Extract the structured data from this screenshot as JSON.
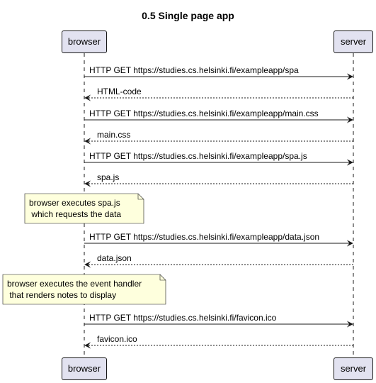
{
  "diagram": {
    "title": "0.5 Single page app",
    "participants": {
      "browser": "browser",
      "server": "server"
    },
    "messages": [
      {
        "from": "browser",
        "to": "server",
        "label": "HTTP GET https://studies.cs.helsinki.fi/exampleapp/spa",
        "style": "solid"
      },
      {
        "from": "server",
        "to": "browser",
        "label": "HTML-code",
        "style": "dashed"
      },
      {
        "from": "browser",
        "to": "server",
        "label": "HTTP GET https://studies.cs.helsinki.fi/exampleapp/main.css",
        "style": "solid"
      },
      {
        "from": "server",
        "to": "browser",
        "label": "main.css",
        "style": "dashed"
      },
      {
        "from": "browser",
        "to": "server",
        "label": "HTTP GET https://studies.cs.helsinki.fi/exampleapp/spa.js",
        "style": "solid"
      },
      {
        "from": "server",
        "to": "browser",
        "label": "spa.js",
        "style": "dashed"
      },
      {
        "from": "browser",
        "to": "server",
        "label": "HTTP GET https://studies.cs.helsinki.fi/exampleapp/data.json",
        "style": "solid"
      },
      {
        "from": "server",
        "to": "browser",
        "label": "data.json",
        "style": "dashed"
      },
      {
        "from": "browser",
        "to": "server",
        "label": "HTTP GET https://studies.cs.helsinki.fi/favicon.ico",
        "style": "solid"
      },
      {
        "from": "server",
        "to": "browser",
        "label": "favicon.ico",
        "style": "dashed"
      }
    ],
    "notes": [
      {
        "text": "browser executes spa.js\n which requests the data"
      },
      {
        "text": "browser executes the event handler\n that renders notes to display"
      }
    ],
    "colors": {
      "participant_fill": "#E2E2F0",
      "note_fill": "#FEFFDD",
      "line": "#181818"
    }
  }
}
